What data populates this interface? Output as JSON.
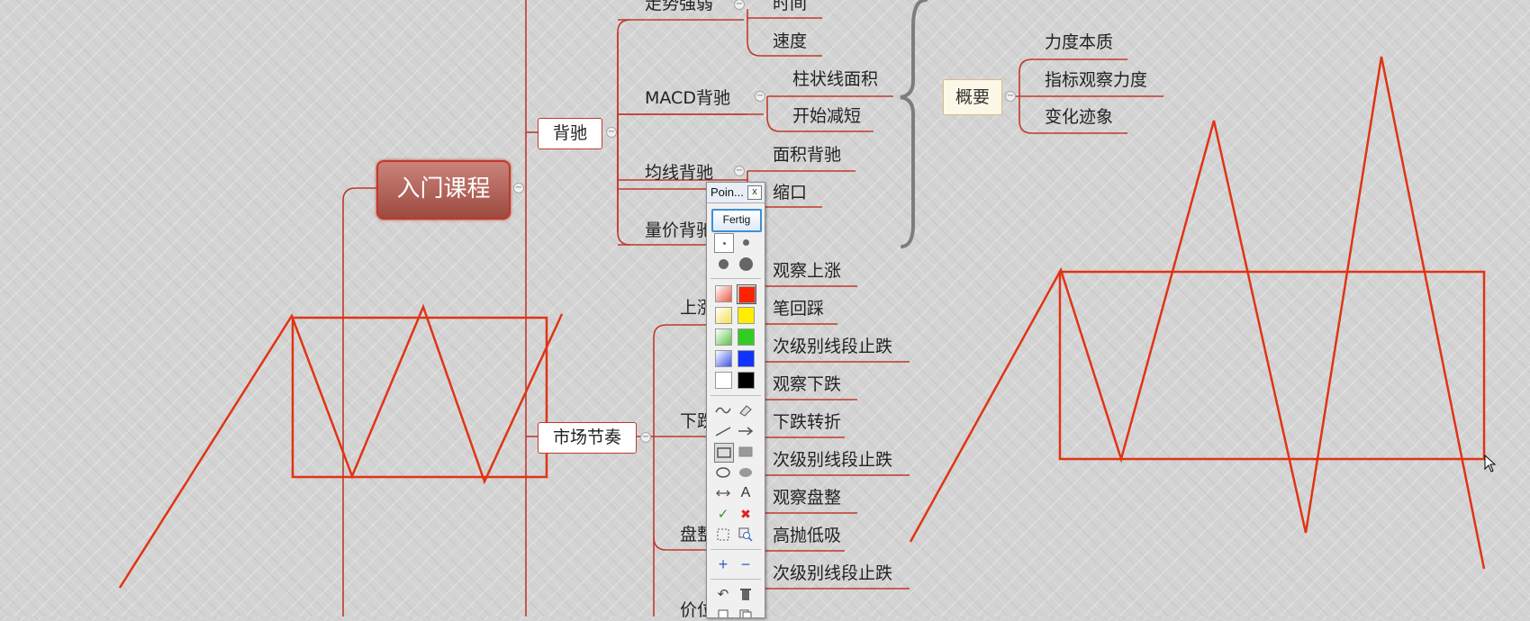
{
  "mindmap": {
    "root": "入门课程",
    "branches": {
      "divergence": "背驰",
      "market_rhythm": "市场节奏"
    },
    "divergence_children": {
      "trend_strength": "走势强弱",
      "macd": "MACD背驰",
      "ma": "均线背驰",
      "volume": "量价背驰"
    },
    "trend_strength_children": [
      "时间",
      "速度"
    ],
    "macd_children": [
      "柱状线面积",
      "开始减短"
    ],
    "ma_children": [
      "面积背驰",
      "缩口"
    ],
    "rhythm_children": {
      "up": "上涨",
      "down": "下跌",
      "range": "盘整",
      "price": "价位"
    },
    "up_children": [
      "观察上涨",
      "笔回踩",
      "次级别线段止跌"
    ],
    "down_children": [
      "观察下跌",
      "下跌转折",
      "次级别线段止跌"
    ],
    "range_children": [
      "观察盘整",
      "高抛低吸",
      "次级别线段止跌"
    ],
    "summary": {
      "label": "概要",
      "items": [
        "力度本质",
        "指标观察力度",
        "变化迹象"
      ]
    }
  },
  "palette": {
    "title": "Poin...",
    "close": "x",
    "done_label": "Fertig"
  },
  "icons": {
    "close": "close-icon",
    "pen": "pen-icon",
    "eraser": "eraser-icon",
    "line": "line-icon",
    "arrow": "arrow-icon",
    "rectangle": "rectangle-icon",
    "filled_rectangle": "filled-rectangle-icon",
    "ellipse": "ellipse-icon",
    "filled_ellipse": "filled-ellipse-icon",
    "measure": "double-arrow-icon",
    "text": "text-icon",
    "check": "check-icon",
    "cross": "cross-icon",
    "select": "select-region-icon",
    "zoom": "zoom-icon",
    "plus": "plus-icon",
    "minus": "minus-icon",
    "undo": "undo-icon",
    "trash": "trash-icon"
  },
  "colors": {
    "accent": "#e03414",
    "branch_line": "#c0392b",
    "palette_swatches": [
      "#e85a4a",
      "#ff2200",
      "#f5e04a",
      "#ffee00",
      "#5ec24a",
      "#33cc22",
      "#3a56e8",
      "#1133ff",
      "#ffffff",
      "#000000"
    ]
  }
}
